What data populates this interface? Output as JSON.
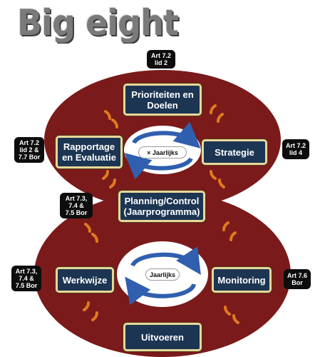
{
  "title": "Big eight",
  "colors": {
    "ring": "#7a1a1a",
    "box_fill": "#1c3553",
    "box_border": "#e8d79a",
    "tag_fill": "#0d0d0d",
    "arrow_blue": "#2f5fae",
    "dash_orange": "#e07a1f"
  },
  "boxes": {
    "prioriteiten": "Prioriteiten en\nDoelen",
    "rapportage": "Rapportage\nen Evaluatie",
    "strategie": "Strategie",
    "planning": "Planning/Control\n(Jaarprogramma)",
    "werkwijze": "Werkwijze",
    "monitoring": "Monitoring",
    "uitvoeren": "Uitvoeren"
  },
  "cycles": {
    "top": "× Jaarlijks",
    "bottom": "Jaarlijks"
  },
  "articles": {
    "top": "Art 7.2\nlid 2",
    "left_top": "Art 7.2\nlid 2 &\n7.7 Bor",
    "right_top": "Art 7.2\nlid 4",
    "middle": "Art 7.3,\n7.4 &\n7.5 Bor",
    "left_bottom": "Art 7.3,\n7.4 &\n7.5 Bor",
    "right_bottom": "Art 7.6\nBor"
  }
}
